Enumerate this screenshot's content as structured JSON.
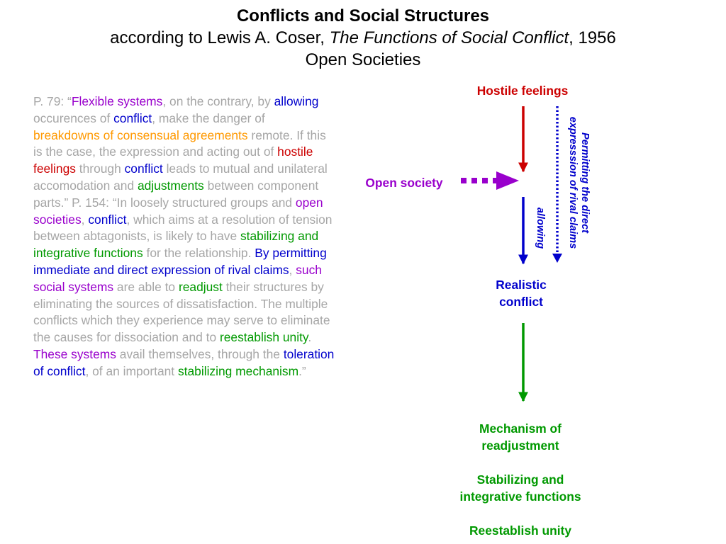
{
  "title": {
    "main": "Conflicts and Social Structures",
    "sub_prefix": "according to Lewis A. Coser, ",
    "sub_book": "The Functions of Social Conflict",
    "sub_suffix": ", 1956",
    "line3": "Open Societies"
  },
  "quote": [
    {
      "text": "P. 79: “",
      "color": "gray"
    },
    {
      "text": "Flexible systems",
      "color": "purple"
    },
    {
      "text": ", on the contrary, by ",
      "color": "gray"
    },
    {
      "text": "allowing",
      "color": "blue"
    },
    {
      "text": " occurences of ",
      "color": "gray"
    },
    {
      "text": "conflict",
      "color": "blue"
    },
    {
      "text": ", make the danger of ",
      "color": "gray"
    },
    {
      "text": "breakdowns of consensual agreements",
      "color": "orange"
    },
    {
      "text": " remote. If this is the case, the expression and acting out of ",
      "color": "gray"
    },
    {
      "text": "hostile feelings",
      "color": "red"
    },
    {
      "text": " through ",
      "color": "gray"
    },
    {
      "text": "conflict",
      "color": "blue"
    },
    {
      "text": " leads to mutual and unilateral accomodation and ",
      "color": "gray"
    },
    {
      "text": "adjustments",
      "color": "green"
    },
    {
      "text": " between component parts.” P. 154: “In loosely structured groups and ",
      "color": "gray"
    },
    {
      "text": "open societies",
      "color": "purple"
    },
    {
      "text": ", ",
      "color": "gray"
    },
    {
      "text": "conflict",
      "color": "blue"
    },
    {
      "text": ", which aims at a resolution of tension between abtagonists, is likely to have ",
      "color": "gray"
    },
    {
      "text": "stabilizing and integrative functions",
      "color": "green"
    },
    {
      "text": " for the relationship. ",
      "color": "gray"
    },
    {
      "text": "By permitting immediate and direct expression of rival claims",
      "color": "blue"
    },
    {
      "text": ", ",
      "color": "gray"
    },
    {
      "text": "such social systems",
      "color": "purple"
    },
    {
      "text": " are able to ",
      "color": "gray"
    },
    {
      "text": "readjust",
      "color": "green"
    },
    {
      "text": " their structures by eliminating the sources of dissatisfaction. The multiple conflicts which they experience may serve to eliminate the causes for dissociation and to ",
      "color": "gray"
    },
    {
      "text": "reestablish unity",
      "color": "green"
    },
    {
      "text": ". ",
      "color": "gray"
    },
    {
      "text": "These systems",
      "color": "purple"
    },
    {
      "text": " avail themselves, through the ",
      "color": "gray"
    },
    {
      "text": "toleration of conflict",
      "color": "blue"
    },
    {
      "text": ", of an important ",
      "color": "gray"
    },
    {
      "text": "stabilizing mechanism",
      "color": "green"
    },
    {
      "text": ".”",
      "color": "gray"
    }
  ],
  "diagram": {
    "hostile_feelings": "Hostile feelings",
    "open_society": "Open society",
    "realistic_conflict_line1": "Realistic",
    "realistic_conflict_line2": "conflict",
    "allowing": "allowing",
    "permitting_line1": "Permitting the direct",
    "permitting_line2": "expresssion of rival claims",
    "outcomes": [
      {
        "line1": "Mechanism of",
        "line2": "readjustment"
      },
      {
        "line1": "Stabilizing and",
        "line2": "integrative functions"
      },
      {
        "line1": "Reestablish unity",
        "line2": ""
      }
    ]
  },
  "colors": {
    "gray": "#a6a6a6",
    "purple": "#9900cc",
    "blue": "#0000cc",
    "orange": "#ff9900",
    "red": "#cc0000",
    "green": "#009900"
  }
}
